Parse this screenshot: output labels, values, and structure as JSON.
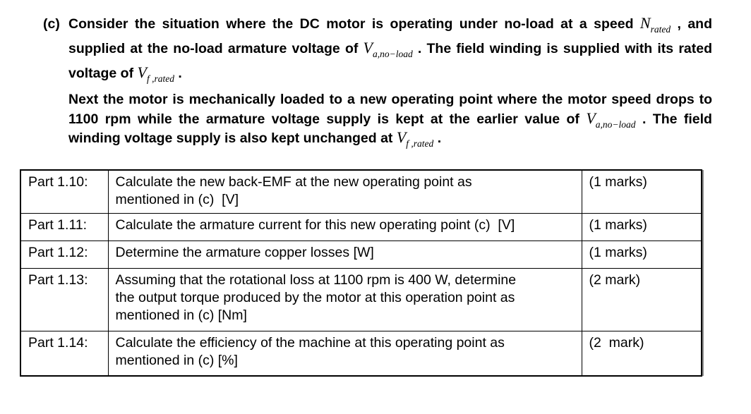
{
  "question": {
    "label": "(c)",
    "paragraphs": [
      {
        "segments": [
          {
            "text": "Consider the situation where the DC motor is operating under no-load at a speed "
          },
          {
            "math": "N",
            "sub": "rated"
          },
          {
            "text": " , and supplied at the no-load armature voltage of "
          },
          {
            "math": "V",
            "sub": "a,no−load"
          },
          {
            "text": " . The field winding is supplied with its rated voltage of "
          },
          {
            "math": "V",
            "sub": "f ,rated"
          },
          {
            "text": " ."
          }
        ]
      },
      {
        "segments": [
          {
            "text": "Next the motor is mechanically loaded to a new operating point where the motor speed drops to 1100 rpm while the armature voltage supply is kept at the earlier value of "
          },
          {
            "math": "V",
            "sub": "a,no−load"
          },
          {
            "text": " . The field winding voltage supply is also kept unchanged at "
          },
          {
            "math": "V",
            "sub": "f ,rated"
          },
          {
            "text": " ."
          }
        ]
      }
    ]
  },
  "table": {
    "rows": [
      {
        "part": "Part 1.10:",
        "description": "Calculate the new back-EMF at the new operating point as\nmentioned in (c)  [V]",
        "marks": "(1 marks)"
      },
      {
        "part": "Part 1.11:",
        "description": "Calculate the armature current for this new operating point (c)  [V]",
        "marks": "(1 marks)"
      },
      {
        "part": "Part 1.12:",
        "description": "Determine the armature copper losses [W]",
        "marks": "(1 marks)"
      },
      {
        "part": "Part 1.13:",
        "description": "Assuming that the rotational loss at 1100 rpm is 400 W, determine\nthe output torque produced by the motor at this operation point as\nmentioned in (c) [Nm]",
        "marks": "(2 mark)"
      },
      {
        "part": "Part 1.14:",
        "description": "Calculate the efficiency of the machine at this operating point as\nmentioned in (c) [%]",
        "marks": "(2  mark)"
      }
    ]
  },
  "colors": {
    "text": "#000000",
    "background": "#ffffff",
    "table_border": "#000000",
    "table_shadow": "#8e8e8e"
  }
}
